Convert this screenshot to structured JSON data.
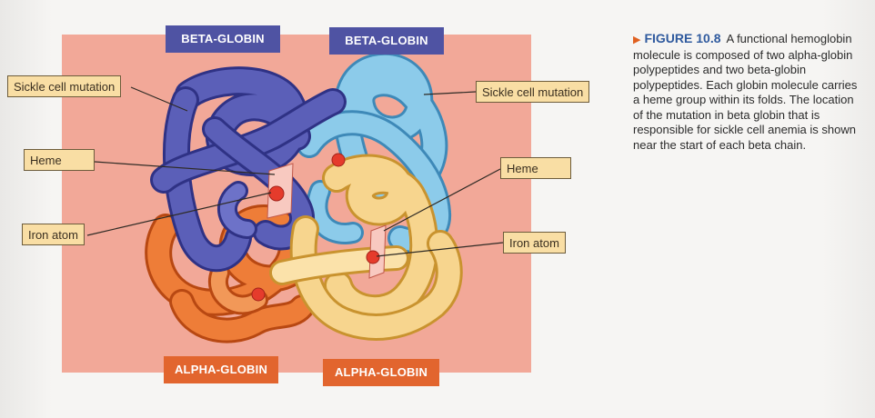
{
  "colors": {
    "backdrop": "#f2a898",
    "beta_dark": "#5b5fb8",
    "beta_light": "#8ccbea",
    "alpha_orange": "#e8712f",
    "alpha_yellow": "#f7d58e",
    "heme_disc": "#f8c9c0",
    "iron_atom": "#e53b2c",
    "label_box": "#f9dea4",
    "figure_title": "#2f5a9e"
  },
  "tags": {
    "beta_left": "BETA-GLOBIN",
    "beta_right": "BETA-GLOBIN",
    "alpha_left": "ALPHA-GLOBIN",
    "alpha_right": "ALPHA-GLOBIN"
  },
  "labels": {
    "sickle_left": "Sickle cell mutation",
    "sickle_right": "Sickle cell mutation",
    "heme_left": "Heme",
    "heme_right": "Heme",
    "iron_left": "Iron atom",
    "iron_right": "Iron atom"
  },
  "caption": {
    "figure_label": "FIGURE 10.8",
    "text": "A functional hemoglobin molecule is composed of two alpha-globin polypeptides and two beta-globin polypeptides. Each globin molecule carries a heme group within its folds. The location of the mutation in beta globin that is responsible for sickle cell anemia is shown near the start of each beta chain."
  }
}
